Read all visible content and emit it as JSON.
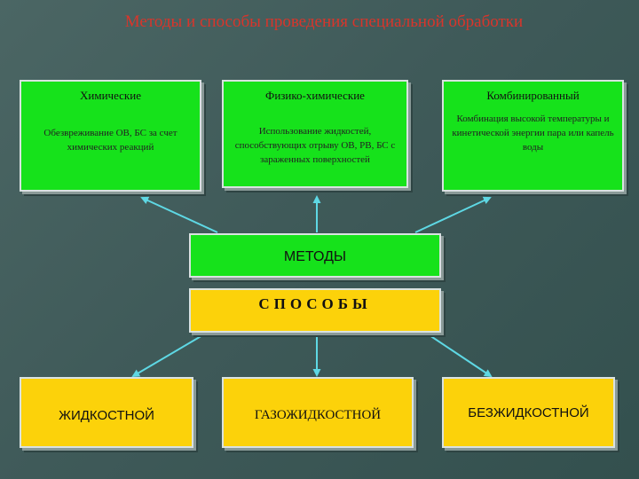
{
  "title": "Методы и способы проведения специальной обработки",
  "methods": [
    {
      "heading": "Химические",
      "description": "Обезвреживание ОВ, БС за счет химических реакций"
    },
    {
      "heading": "Физико-химические",
      "description": "Использование жидкостей, способствующих отрыву ОВ, РВ, БС с зараженных поверхностей"
    },
    {
      "heading": "Комбинированный",
      "description": "Комбинация высокой температуры и кинетической энергии пара или капель воды"
    }
  ],
  "center": {
    "methods_label": "МЕТОДЫ",
    "ways_label": "СПОСОБЫ"
  },
  "ways": [
    "ЖИДКОСТНОЙ",
    "ГАЗОЖИДКОСТНОЙ",
    "БЕЗЖИДКОСТНОЙ"
  ],
  "colors": {
    "green": "#16e21b",
    "yellow": "#fcd20a",
    "title": "#d8352b",
    "arrow": "#5ed8e4",
    "background": "#3f5a59"
  }
}
